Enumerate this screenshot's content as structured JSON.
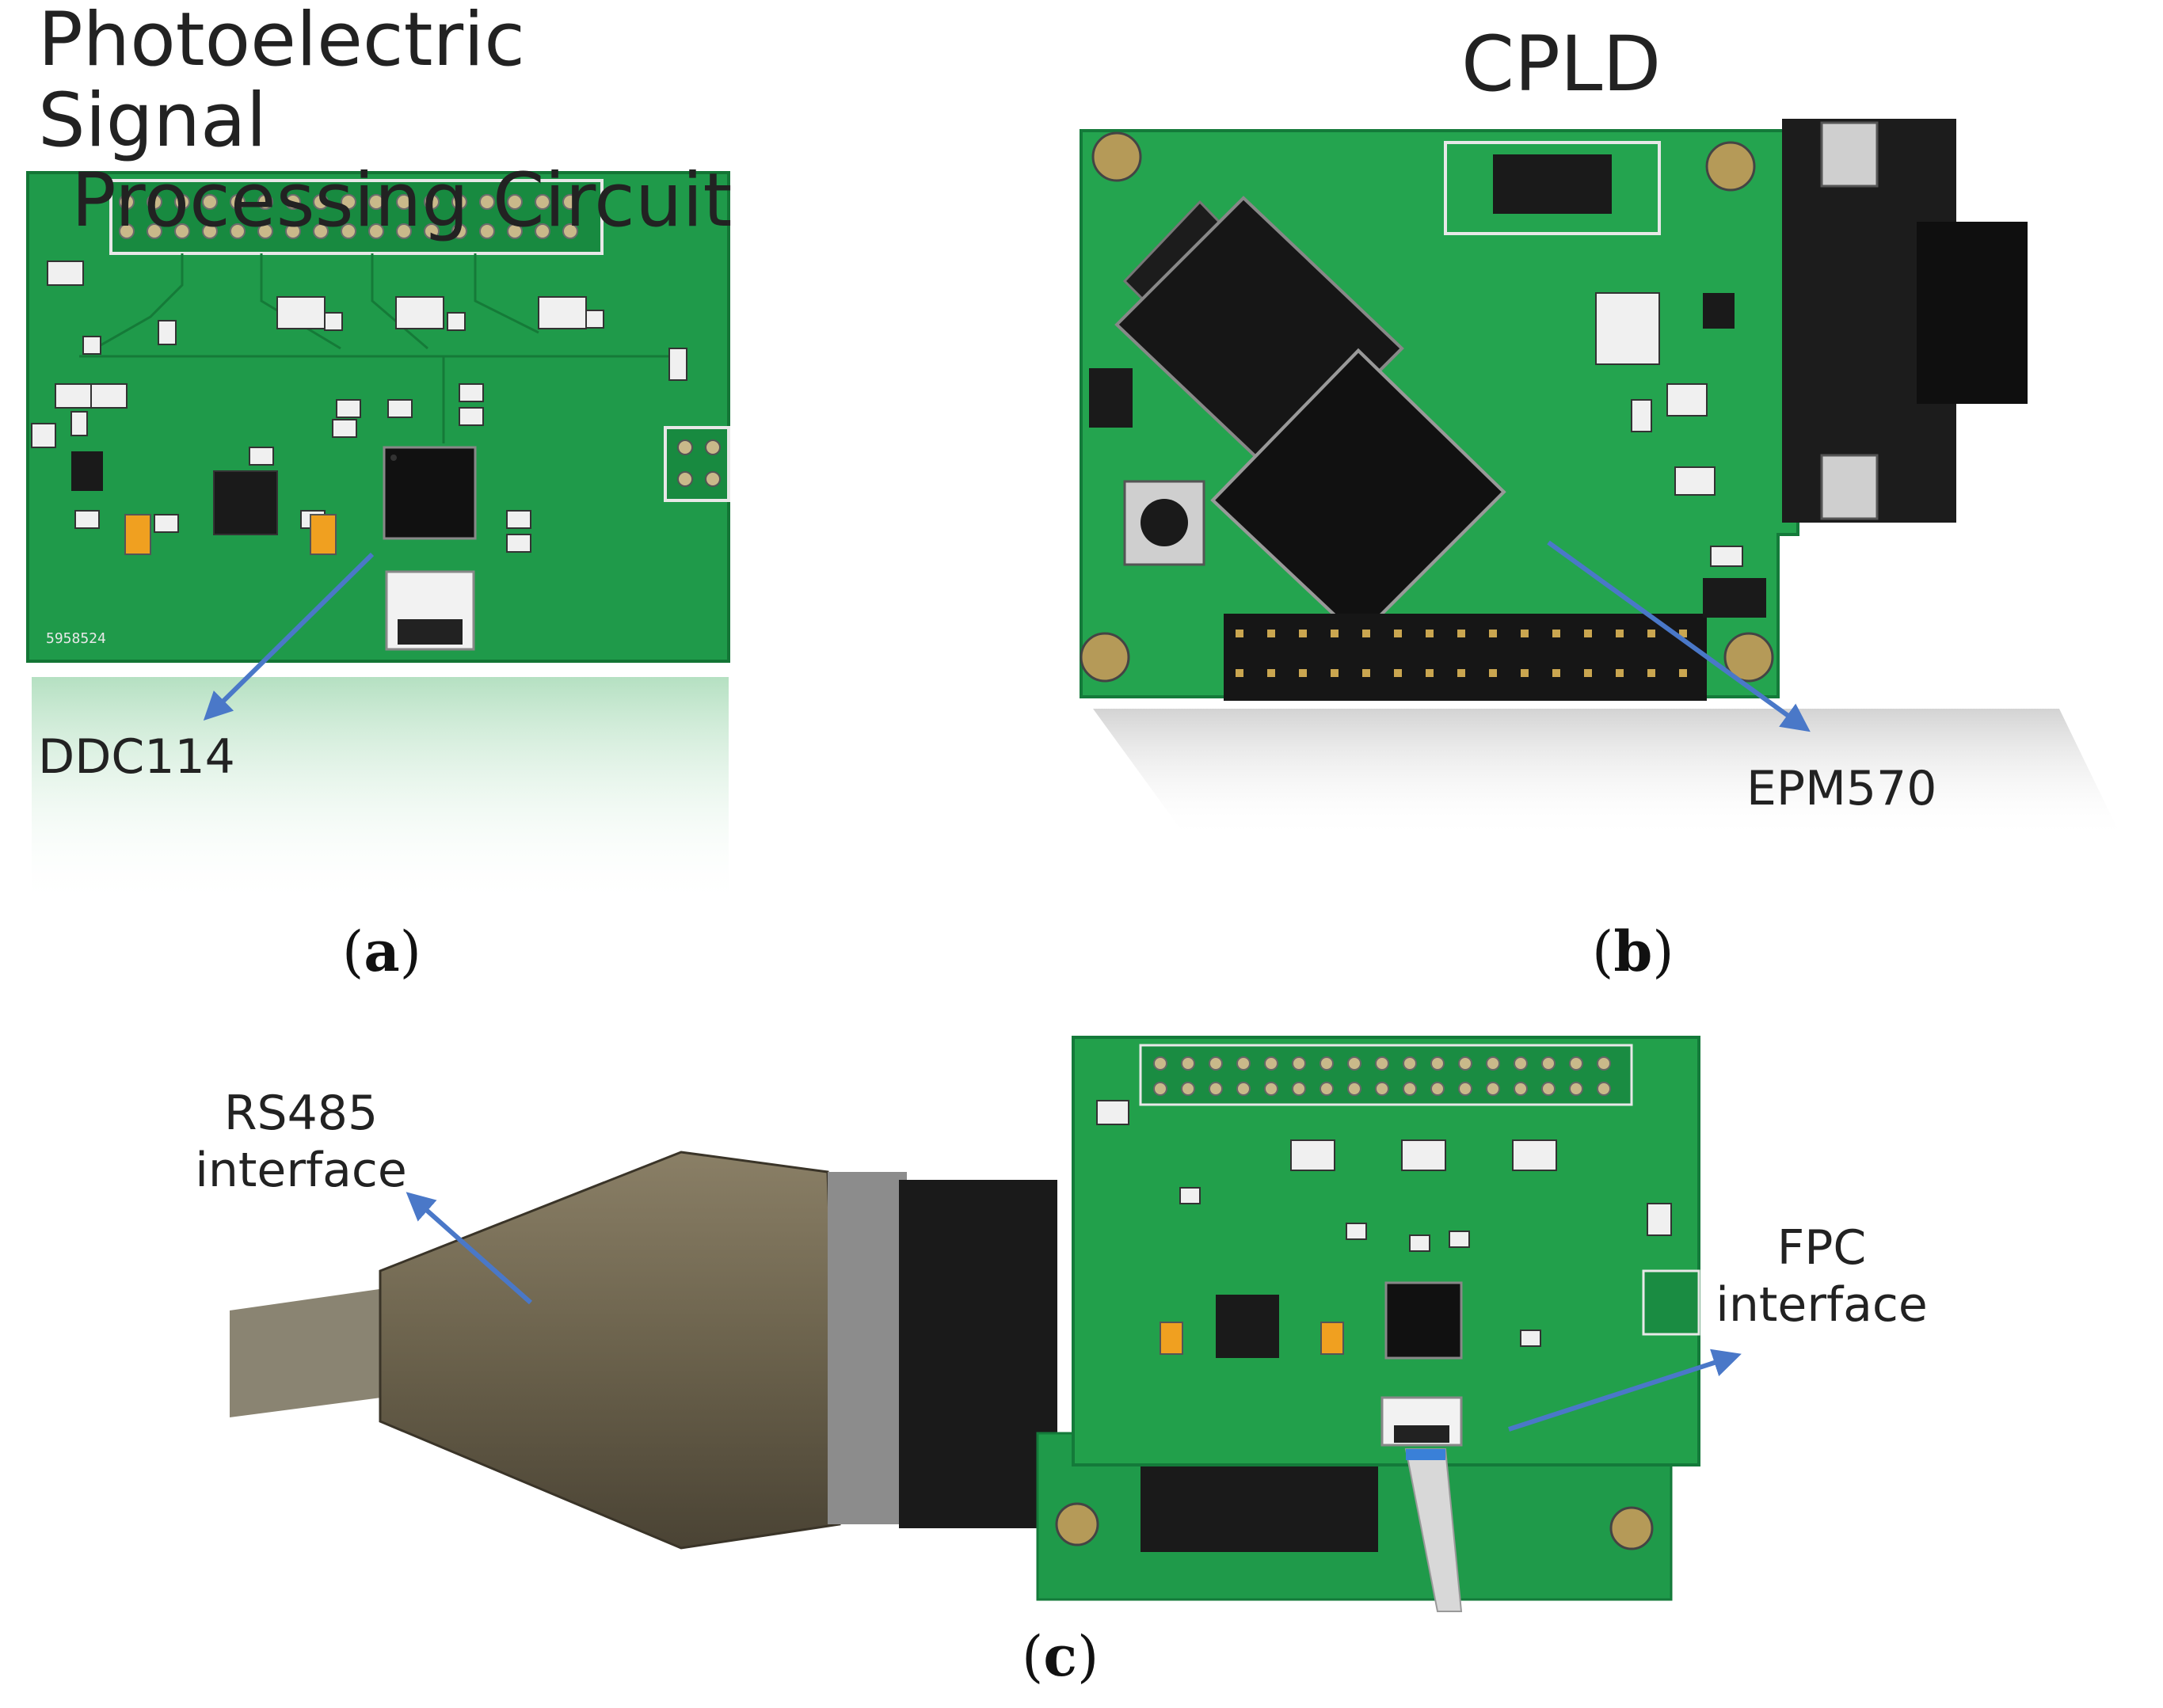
{
  "panel_a": {
    "title_line1": "Photoelectric Signal",
    "title_line2": "Processing Circuit",
    "callout": "DDC114",
    "caption_letter": "a"
  },
  "panel_b": {
    "title": "CPLD",
    "callout": "EPM570",
    "caption_letter": "b"
  },
  "panel_c": {
    "callout_left_line1": "RS485",
    "callout_left_line2": "interface",
    "callout_right_line1": "FPC",
    "callout_right_line2": "interface",
    "caption_letter": "c"
  },
  "colors": {
    "pcb_green": "#1f9a4a",
    "pcb_dark": "#157a38",
    "arrow_blue": "#4a78c8"
  }
}
